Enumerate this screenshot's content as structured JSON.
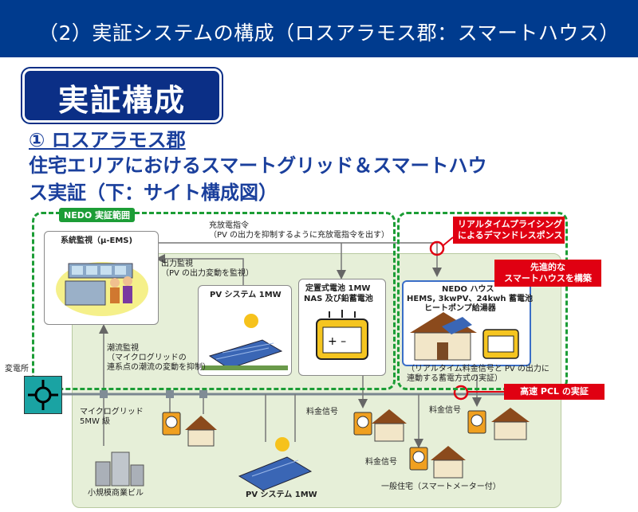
{
  "header": {
    "title": "（2）実証システムの構成（ロスアラモス郡：スマートハウス）"
  },
  "badge": {
    "label": "実証構成"
  },
  "subtitle": {
    "line1": "① ロスアラモス郡",
    "line2": "住宅エリアにおけるスマートグリッド＆スマートハウ",
    "line3": "ス実証（下：サイト構成図）"
  },
  "diagram": {
    "nedo_scope": "NEDO 実証範囲",
    "charge_command": {
      "line1": "充放電指令",
      "line2": "（PV の出力を抑制するように充放電指令を出す）"
    },
    "ems": {
      "label": "系統監視（μ-EMS)"
    },
    "output_monitor": {
      "line1": "出力監視",
      "line2": "（PV の出力変動を監視）"
    },
    "pv_system": {
      "label": "PV システム 1MW"
    },
    "battery": {
      "line1": "定置式電池 1MW",
      "line2": "NAS 及び鉛蓄電池"
    },
    "nedo_house": {
      "line1": "NEDO ハウス",
      "line2": "HEMS, 3kwPV、24kwh 蓄電池",
      "line3": "ヒートポンプ給湯器"
    },
    "realtime_note": {
      "line1": "（リアルタイム料金信号と PV の出力に",
      "line2": "連動する蓄電方式の実証）"
    },
    "tidal_monitor": {
      "line1": "潮流監視",
      "line2": "（マイクログリッドの",
      "line3": "連系点の潮流の変動を抑制）"
    },
    "substation": {
      "label": "変電所"
    },
    "microgrid": {
      "line1": "マイクログリッド",
      "line2": "5MW 級"
    },
    "commercial": {
      "label": "小規模商業ビル"
    },
    "pv_system_2": {
      "label": "PV システム 1MW"
    },
    "price_signal_1": "料金信号",
    "price_signal_2": "料金信号",
    "price_signal_3": "料金信号",
    "general_house": {
      "label": "一般住宅（スマートメーター付）"
    },
    "callout_demand": {
      "line1": "リアルタイムプライシング",
      "line2": "によるデマンドレスポンス"
    },
    "callout_smarthouse": {
      "line1": "先進的な",
      "line2": "スマートハウスを構築"
    },
    "callout_pcl": {
      "label": "高速 PCL の実証"
    }
  },
  "colors": {
    "header": "#003b8e",
    "green_dash": "#1c9d36",
    "red": "#e00012",
    "field": "#e6efd8"
  }
}
